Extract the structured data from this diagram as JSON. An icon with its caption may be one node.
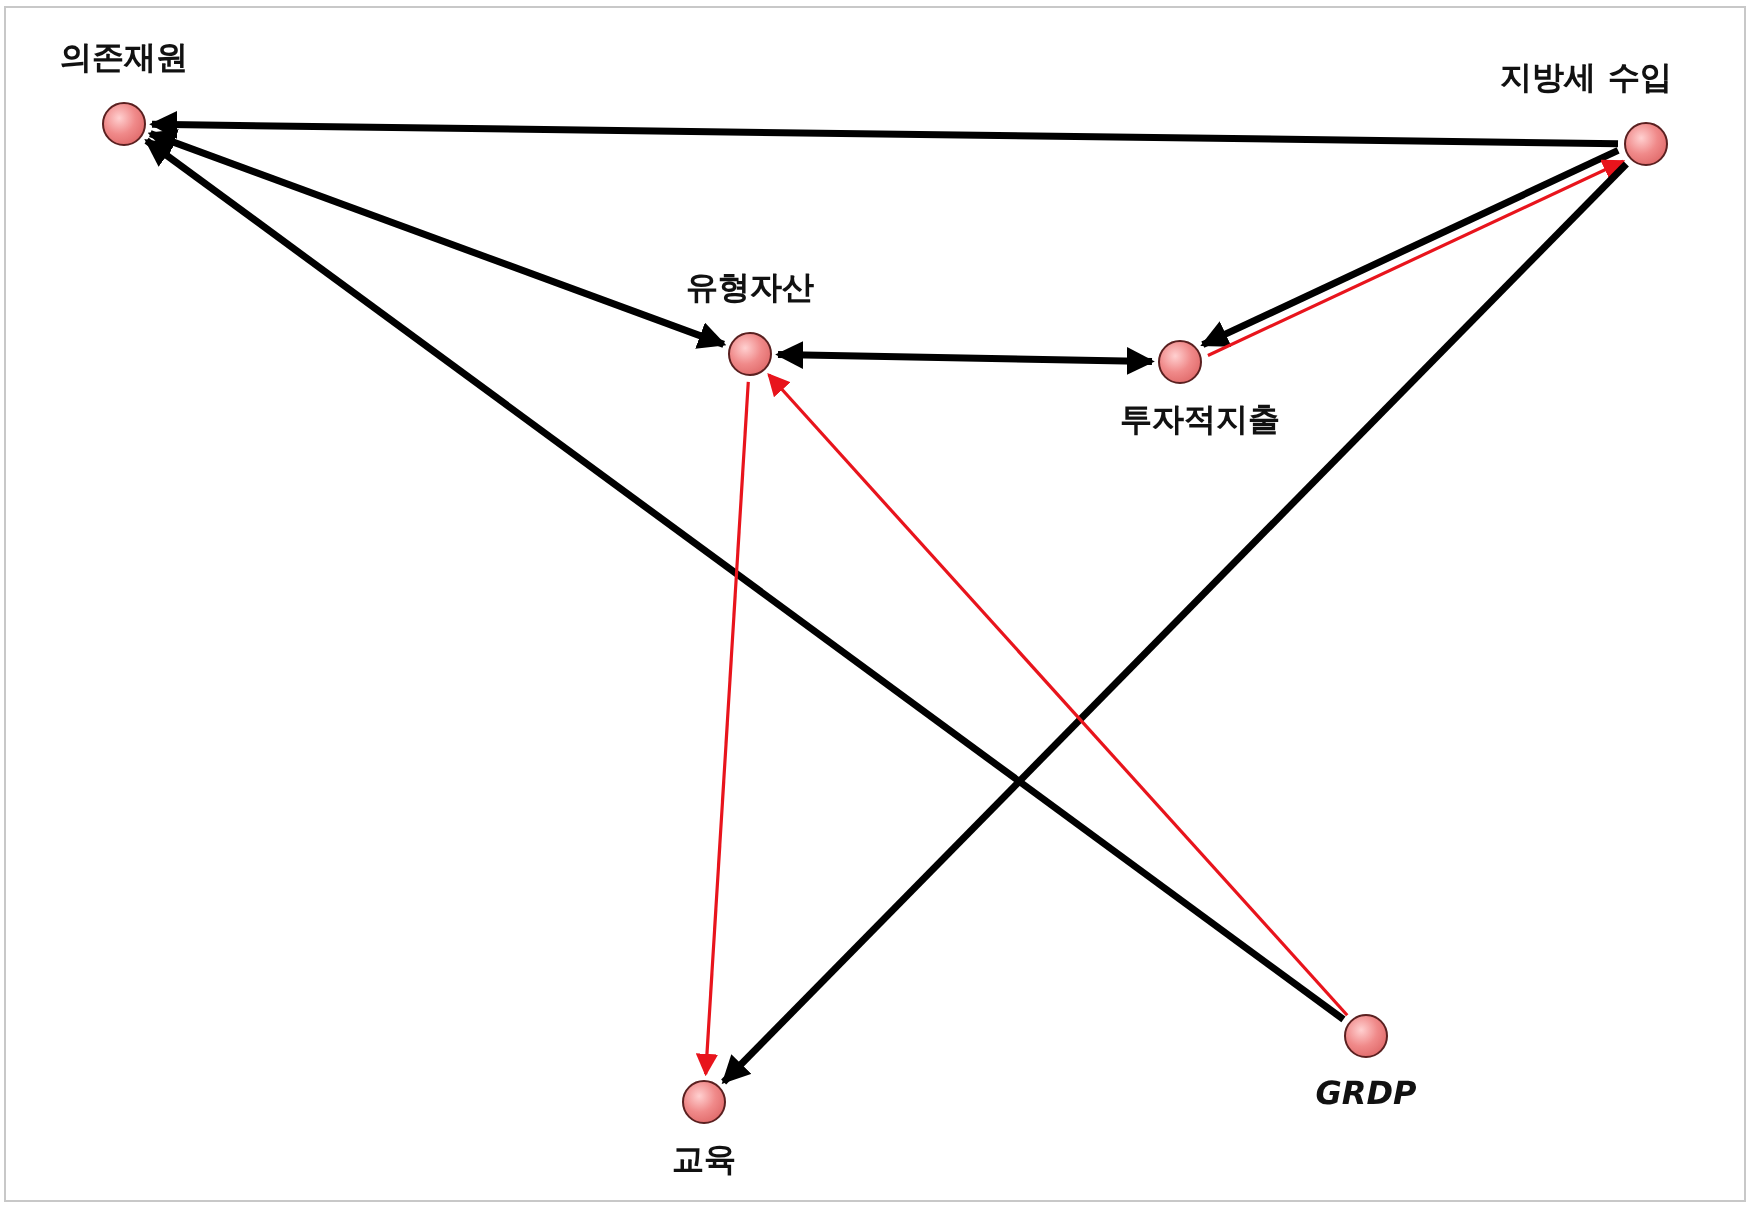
{
  "diagram": {
    "nodes": [
      {
        "text": [
          "의존재원"
        ]
      },
      {
        "text": [
          "유형자산"
        ]
      },
      {
        "text": [
          "투자적지출"
        ]
      },
      {
        "text": [
          "지방세 수입"
        ]
      },
      {
        "text": [
          "GRDP"
        ]
      },
      {
        "text": [
          "교육"
        ]
      }
    ],
    "edges": [
      {
        "from": 3,
        "to": 0,
        "arrow": "to"
      },
      {
        "from": 1,
        "to": 0,
        "arrow": "both"
      },
      {
        "from": 1,
        "to": 2,
        "arrow": "both"
      },
      {
        "from": 3,
        "to": 2,
        "arrow": "to"
      },
      {
        "from": 2,
        "to": 3,
        "arrow": "to",
        "color": "#e8141c"
      },
      {
        "from": 3,
        "to": 5,
        "arrow": "to"
      },
      {
        "from": 4,
        "to": 0,
        "arrow": "to"
      },
      {
        "from": 4,
        "to": 1,
        "arrow": "to",
        "color": "#e8141c"
      },
      {
        "from": 1,
        "to": 5,
        "arrow": "to",
        "color": "#e8141c"
      }
    ]
  }
}
